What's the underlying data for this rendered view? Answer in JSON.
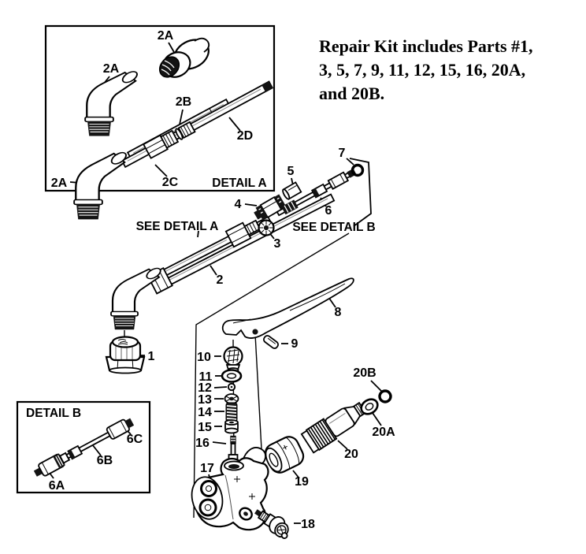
{
  "figure": {
    "note_text": "Repair Kit includes Parts #1,\n3, 5, 7, 9, 11, 12, 15, 16, 20A,\nand 20B.",
    "background": "#ffffff",
    "line_color": "#000000"
  },
  "callouts": {
    "detail_a_title": "DETAIL A",
    "detail_b_title": "DETAIL B",
    "see_detail_a": "SEE DETAIL A",
    "see_detail_b": "SEE DETAIL B"
  },
  "part_labels": {
    "p1": "1",
    "p2": "2",
    "p2a_top": "2A",
    "p2a_mid": "2A",
    "p2a_bottom": "2A",
    "p2b": "2B",
    "p2c": "2C",
    "p2d": "2D",
    "p3": "3",
    "p4": "4",
    "p5": "5",
    "p6": "6",
    "p6a": "6A",
    "p6b": "6B",
    "p6c": "6C",
    "p7": "7",
    "p8": "8",
    "p9": "9",
    "p10": "10",
    "p11": "11",
    "p12": "12",
    "p13": "13",
    "p14": "14",
    "p15": "15",
    "p16": "16",
    "p17": "17",
    "p18": "18",
    "p19": "19",
    "p20": "20",
    "p20a": "20A",
    "p20b": "20B"
  }
}
